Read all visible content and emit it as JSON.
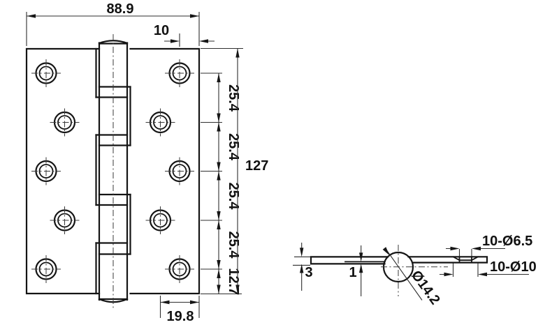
{
  "drawing": {
    "type": "technical-dimension-drawing",
    "subject": "butt door hinge, front view and edge section view",
    "units_implied": "mm",
    "front_view": {
      "width_total": "88.9",
      "edge_to_hole_center": "10",
      "hole_pitches": [
        "25.4",
        "25.4",
        "25.4",
        "25.4"
      ],
      "height_total": "127",
      "bottom_offset": "12.7",
      "inner_hole_to_edge": "19.8",
      "hole_count": 10,
      "knuckle_count": 5
    },
    "side_view": {
      "leaf_thickness": "3",
      "leaf_gap": "1",
      "knuckle_diameter": "Ø14.2",
      "hole_spec_small": "10-Ø6.5",
      "hole_spec_countersink": "10-Ø10"
    },
    "colors": {
      "object_line": "#141414",
      "dimension_line": "#2e2e2e",
      "background": "#ffffff"
    }
  }
}
